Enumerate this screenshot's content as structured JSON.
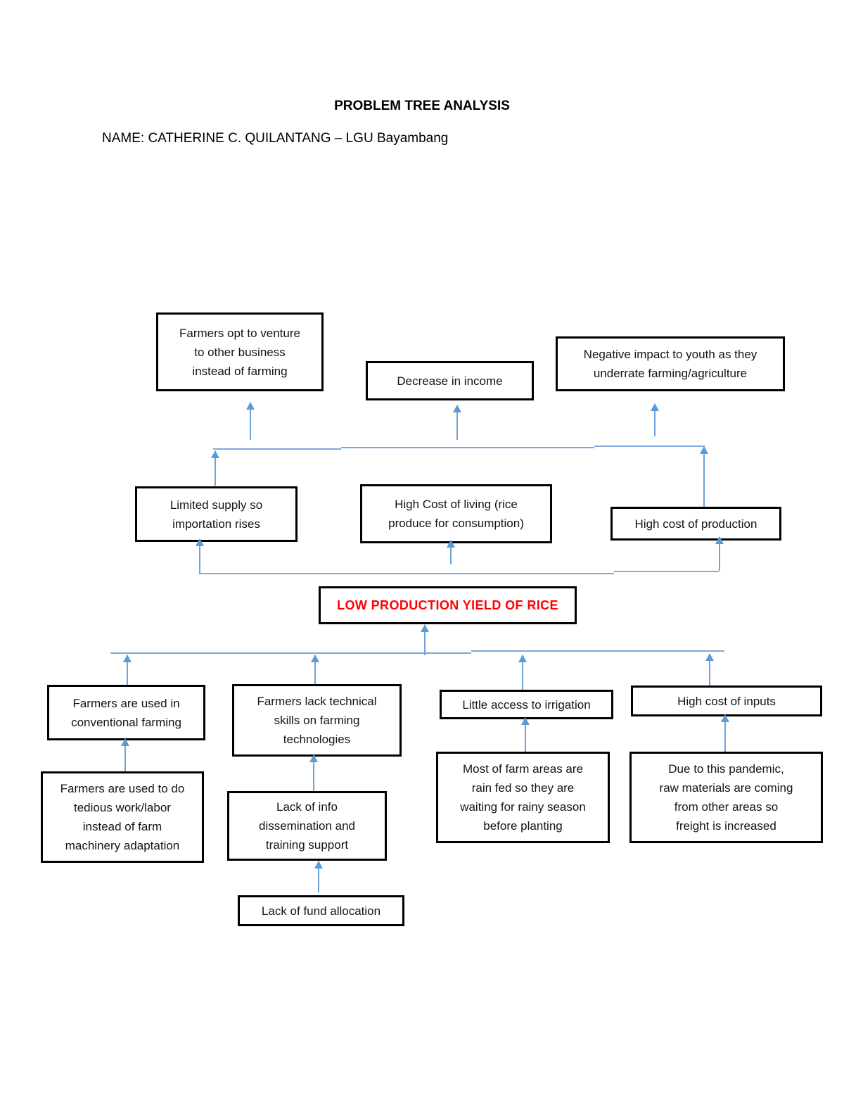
{
  "document": {
    "title": "PROBLEM TREE ANALYSIS",
    "name_line": "NAME: CATHERINE C. QUILANTANG – LGU Bayambang"
  },
  "colors": {
    "box_border": "#000000",
    "connector_line": "#7fa8dc",
    "arrow": "#5b9bd5",
    "core_problem_text": "#ff0000",
    "background": "#ffffff"
  },
  "tree": {
    "effects_top": [
      {
        "id": "farmers-opt-to-venture",
        "text": "Farmers opt to venture\nto other business\ninstead of farming"
      },
      {
        "id": "decrease-in-income",
        "text": "Decrease in income"
      },
      {
        "id": "negative-impact-youth",
        "text": "Negative impact to youth as they\nunderrate farming/agriculture"
      }
    ],
    "effects_mid": [
      {
        "id": "limited-supply-importation",
        "text": "Limited supply so\nimportation rises"
      },
      {
        "id": "high-cost-of-living",
        "text": "High Cost of living (rice\nproduce for consumption)"
      },
      {
        "id": "high-cost-of-production",
        "text": "High cost of production"
      }
    ],
    "core_problem": {
      "id": "low-production-yield-of-rice",
      "text": "LOW PRODUCTION YIELD OF RICE"
    },
    "causes": [
      {
        "id": "conventional-farming",
        "text": "Farmers are used in\nconventional farming"
      },
      {
        "id": "lack-technical-skills",
        "text": "Farmers lack technical\nskills on farming\ntechnologies"
      },
      {
        "id": "little-access-irrigation",
        "text": "Little access to irrigation"
      },
      {
        "id": "high-cost-of-inputs",
        "text": "High cost of inputs"
      }
    ],
    "sub_causes": [
      {
        "id": "tedious-work-labor",
        "text": "Farmers are used to do\ntedious work/labor\ninstead of farm\nmachinery adaptation"
      },
      {
        "id": "lack-info-dissemination",
        "text": "Lack of info\ndissemination and\ntraining support"
      },
      {
        "id": "rain-fed-farm-areas",
        "text": "Most of farm areas are\nrain fed so they are\nwaiting for rainy season\nbefore planting"
      },
      {
        "id": "pandemic-freight-increase",
        "text": "Due to this pandemic,\nraw materials are coming\nfrom other areas so\nfreight is increased"
      }
    ],
    "root_cause": {
      "id": "lack-of-fund-allocation",
      "text": "Lack of fund allocation"
    }
  }
}
